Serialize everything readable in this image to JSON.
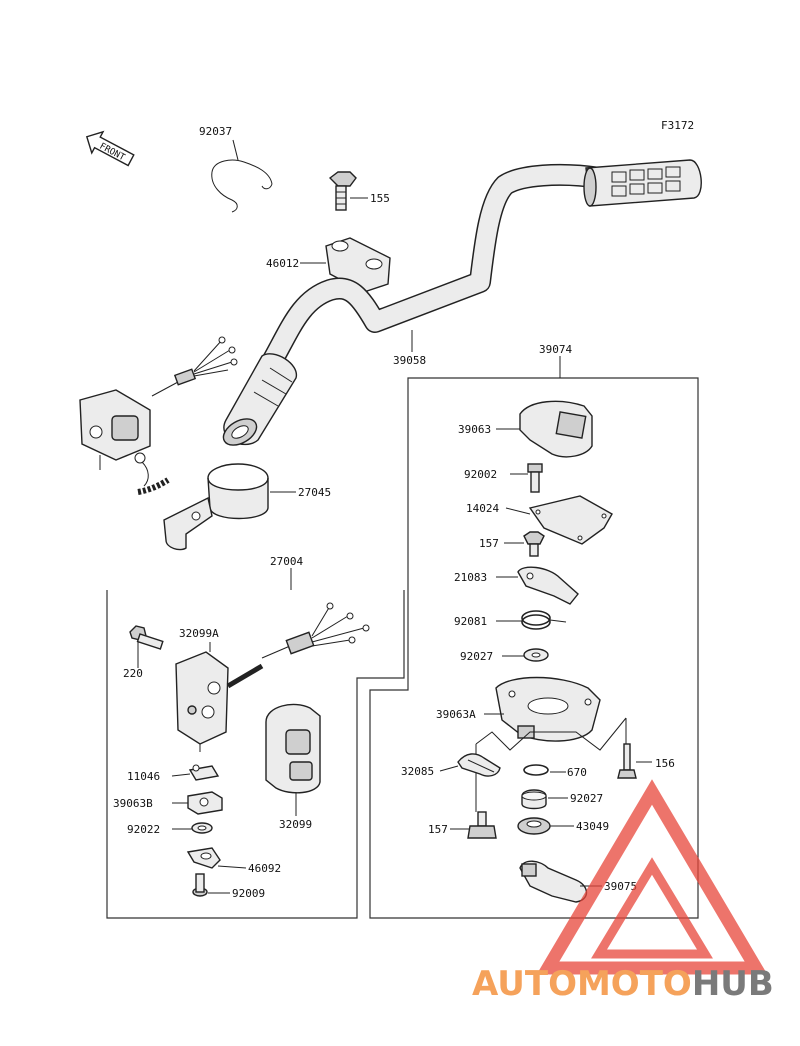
{
  "diagram": {
    "figure_code": "F3172",
    "front_label": "FRONT",
    "labels": {
      "p92037": "92037",
      "p155": "155",
      "p46012": "46012",
      "p39058": "39058",
      "p39074": "39074",
      "p27045": "27045",
      "p27004": "27004",
      "p220": "220",
      "p32099A": "32099A",
      "p11046": "11046",
      "p39063B": "39063B",
      "p92022": "92022",
      "p46092": "46092",
      "p92009": "92009",
      "p32099": "32099",
      "p39063": "39063",
      "p92002": "92002",
      "p14024": "14024",
      "p157a": "157",
      "p21083": "21083",
      "p92081": "92081",
      "p92027a": "92027",
      "p39063A": "39063A",
      "p156": "156",
      "p32085": "32085",
      "p670": "670",
      "p92027b": "92027",
      "p157b": "157",
      "p43049": "43049",
      "p39075": "39075"
    }
  },
  "watermark": {
    "part1": "AUTOMOTO",
    "part2": "HUB",
    "color1": "#f5a25b",
    "color2": "#7a7a7a",
    "triangle_color": "#e8463a"
  }
}
